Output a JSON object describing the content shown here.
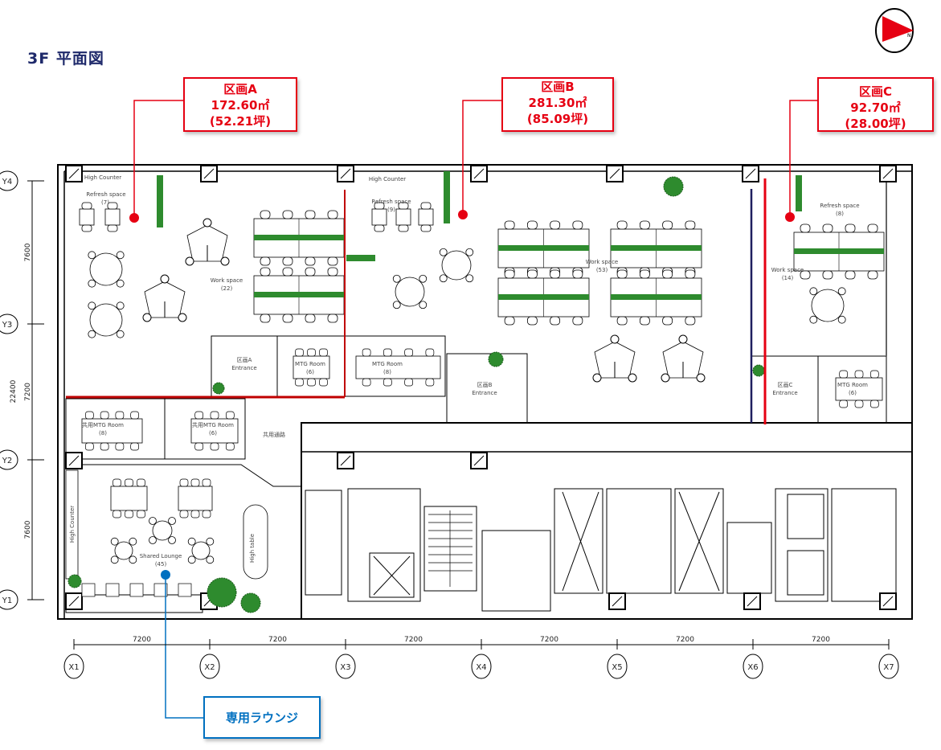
{
  "title": "3F 平面図",
  "north_arrow": {
    "label": "N",
    "color": "#e60012"
  },
  "colors": {
    "accent_red": "#e60012",
    "accent_blue": "#0070c0",
    "title_navy": "#1f2a6b",
    "planter_green": "#2e8b2e"
  },
  "sections": [
    {
      "name": "区画A",
      "area": "172.60㎡",
      "tsubo": "(52.21坪)"
    },
    {
      "name": "区画B",
      "area": "281.30㎡",
      "tsubo": "(85.09坪)"
    },
    {
      "name": "区画C",
      "area": "92.70㎡",
      "tsubo": "(28.00坪)"
    }
  ],
  "lounge_callout": "専用ラウンジ",
  "rooms": {
    "refresh_a": {
      "name": "Refresh space",
      "seats": "(7)"
    },
    "work_a": {
      "name": "Work space",
      "seats": "(22)"
    },
    "refresh_b": {
      "name": "Refresh space",
      "seats": "(9)"
    },
    "work_b": {
      "name": "Work space",
      "seats": "(53)"
    },
    "refresh_c": {
      "name": "Refresh space",
      "seats": "(8)"
    },
    "work_c": {
      "name": "Work space",
      "seats": "(14)"
    },
    "entrance_a": {
      "name": "区画A",
      "sub": "Entrance"
    },
    "entrance_b": {
      "name": "区画B",
      "sub": "Entrance"
    },
    "entrance_c": {
      "name": "区画C",
      "sub": "Entrance"
    },
    "mtg_a": {
      "name": "MTG Room",
      "seats": "(6)"
    },
    "mtg_ab": {
      "name": "MTG Room",
      "seats": "(8)"
    },
    "mtg_c": {
      "name": "MTG Room",
      "seats": "(6)"
    },
    "shared_mtg_8": {
      "name": "共用MTG Room",
      "seats": "(8)"
    },
    "shared_mtg_6": {
      "name": "共用MTG Room",
      "seats": "(6)"
    },
    "corridor": {
      "name": "共用通路"
    },
    "lounge": {
      "name": "Shared Lounge",
      "seats": "(45)"
    },
    "high_counter": "High Counter",
    "high_table": "High table"
  },
  "grid": {
    "x_labels": [
      "X1",
      "X2",
      "X3",
      "X4",
      "X5",
      "X6",
      "X7"
    ],
    "x_spans": [
      "7200",
      "7200",
      "7200",
      "7200",
      "7200",
      "7200"
    ],
    "y_labels": [
      "Y4",
      "Y3",
      "Y2",
      "Y1"
    ],
    "y_spans": [
      "7600",
      "7200",
      "7600"
    ],
    "y_total": "22400"
  }
}
